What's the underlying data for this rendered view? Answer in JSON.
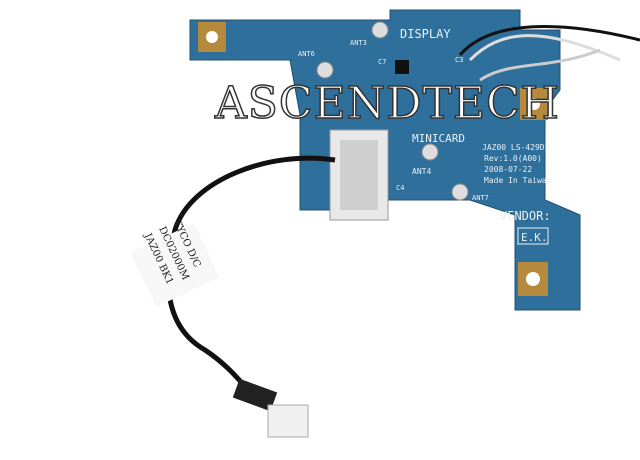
{
  "watermark": "ASCENDTECH",
  "board": {
    "display": "DISPLAY",
    "minicard": "MINICARD",
    "model": "JAZ00  LS-429DP",
    "rev": "Rev:1.0(A00)",
    "date": "2008-07-22",
    "origin": "Made In Taiwan",
    "vendor": "VENDOR:",
    "ek": "E.K.",
    "ant6": "ANT6",
    "ant3": "ANT3",
    "ant4": "ANT4",
    "ant7": "ANT7",
    "c4": "C4",
    "c7": "C7",
    "c3": "C3"
  },
  "cable_label": [
    "JAZ00 BK1",
    "DC02000M",
    "TYCO D/C"
  ],
  "colors": {
    "pcb": "#2f6f9b",
    "pad": "#b58a3c",
    "cable": "#111111"
  }
}
